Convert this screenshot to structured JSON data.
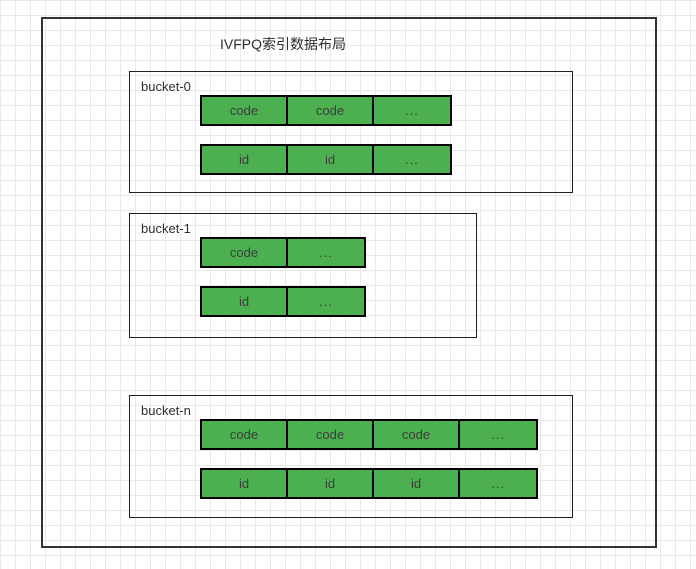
{
  "diagram": {
    "title": "IVFPQ索引数据布局",
    "buckets": [
      {
        "label": "bucket-0",
        "rows": [
          {
            "name": "code-row",
            "cells": [
              "code",
              "code",
              "..."
            ]
          },
          {
            "name": "id-row",
            "cells": [
              "id",
              "id",
              "..."
            ]
          }
        ]
      },
      {
        "label": "bucket-1",
        "rows": [
          {
            "name": "code-row",
            "cells": [
              "code",
              "..."
            ]
          },
          {
            "name": "id-row",
            "cells": [
              "id",
              "..."
            ]
          }
        ]
      },
      {
        "label": "bucket-n",
        "rows": [
          {
            "name": "code-row",
            "cells": [
              "code",
              "code",
              "code",
              "..."
            ]
          },
          {
            "name": "id-row",
            "cells": [
              "id",
              "id",
              "id",
              "..."
            ]
          }
        ]
      }
    ],
    "colors": {
      "cell_fill": "#4caf50",
      "cell_border": "#000000",
      "cell_text": "#3d3d3d",
      "box_border": "#1f1f1f",
      "outer_border": "#333333",
      "text_dark": "#2f2f2f",
      "grid_line": "#e9e9e9",
      "background": "#ffffff"
    }
  }
}
